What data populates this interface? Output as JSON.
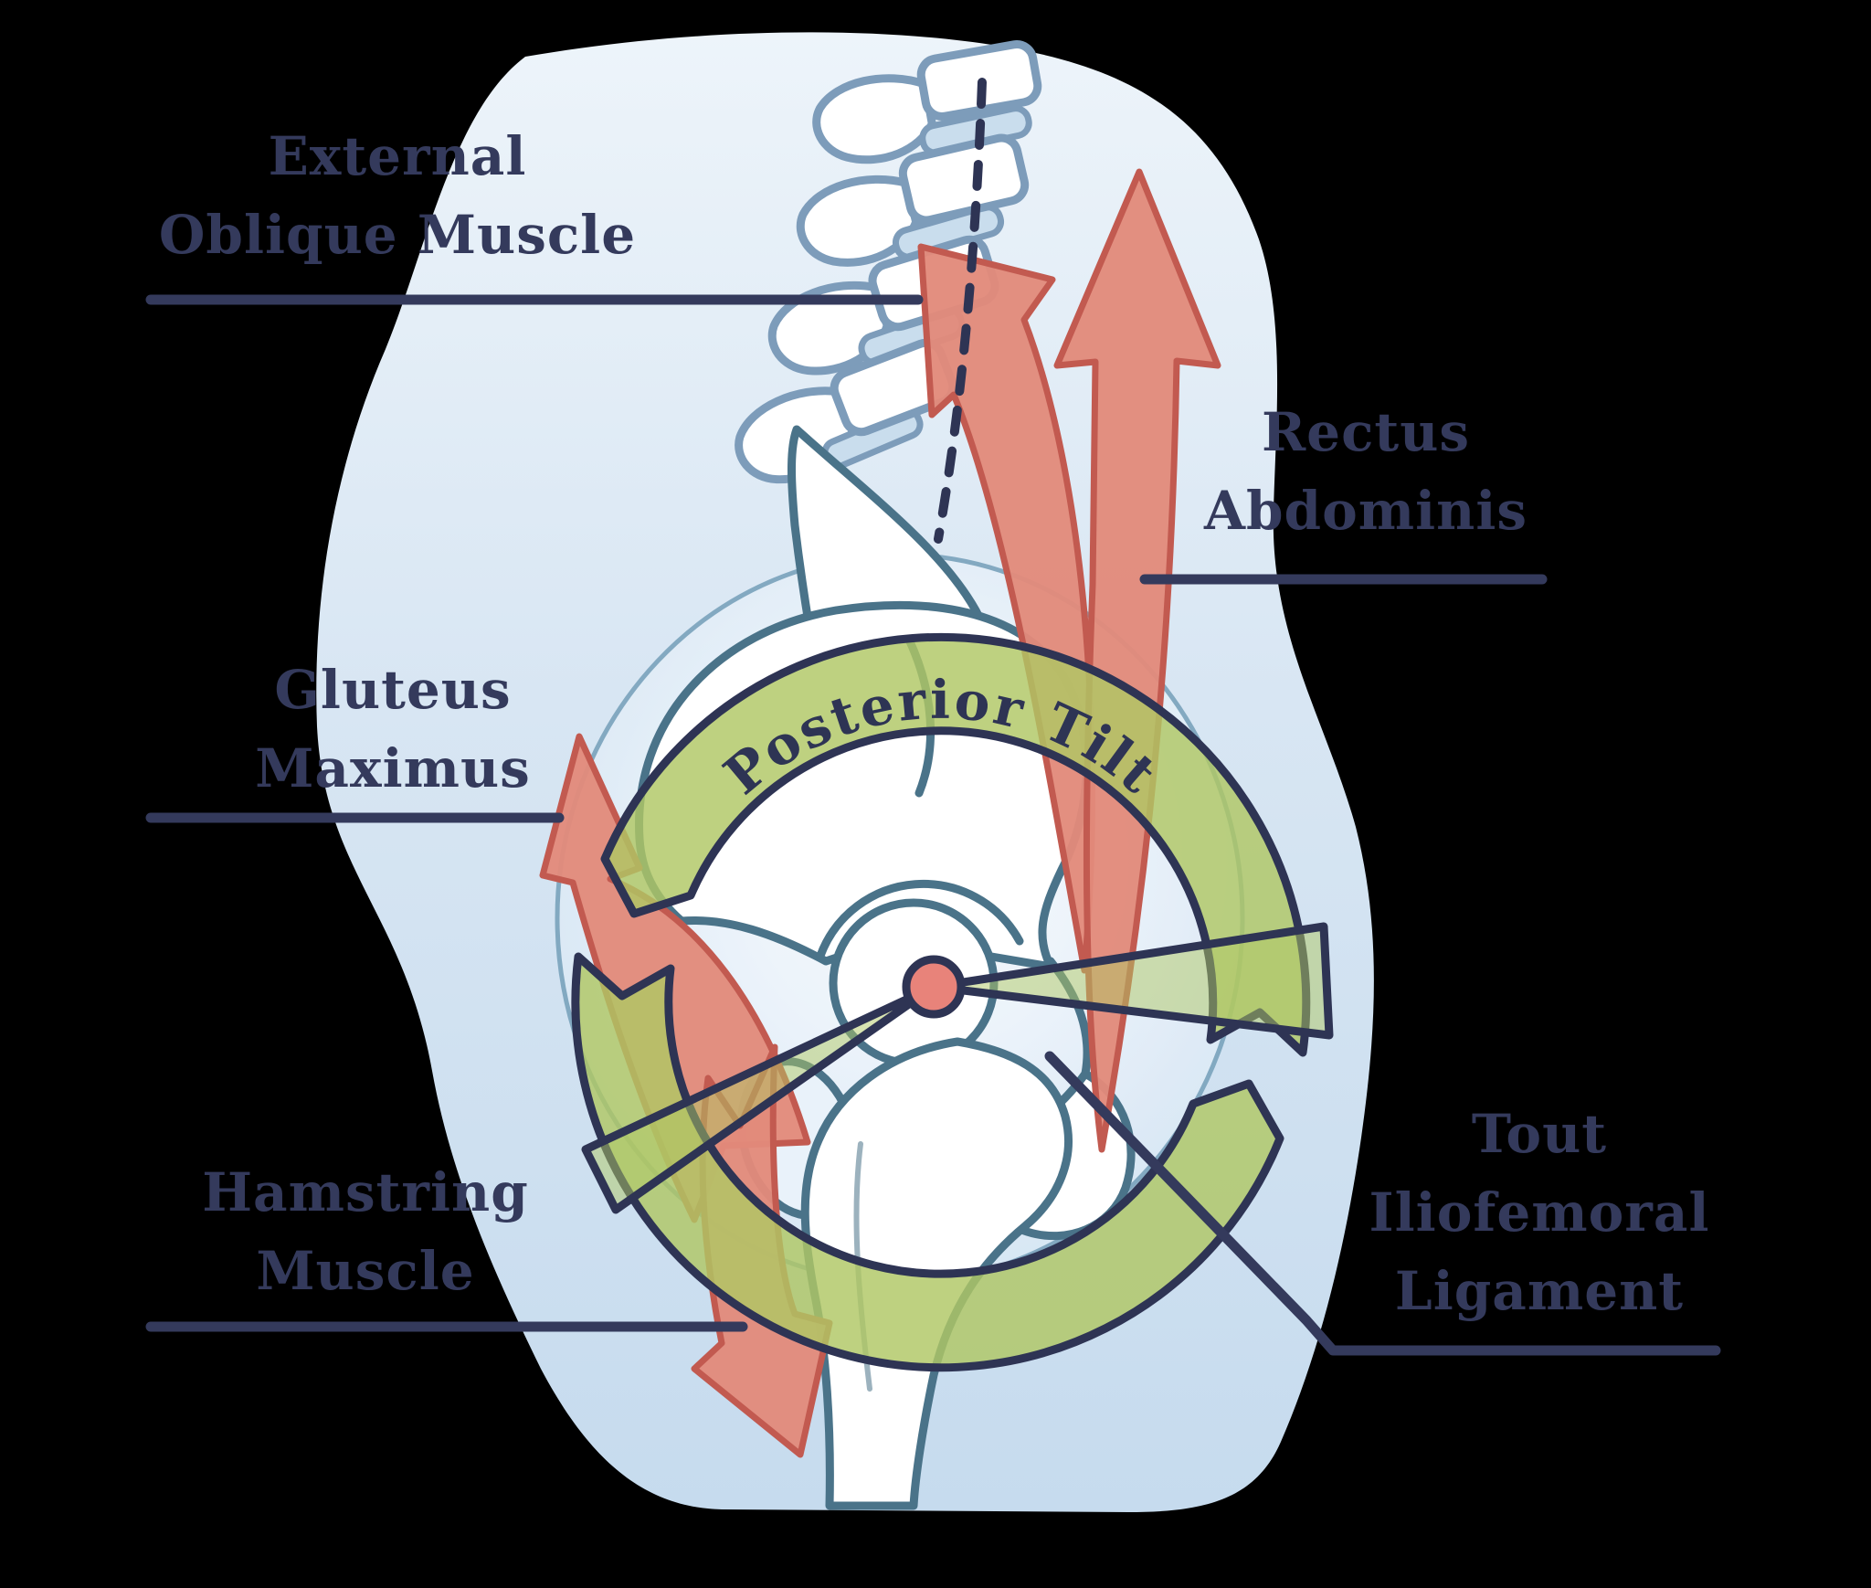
{
  "labels": {
    "external_oblique": {
      "line1": "External",
      "line2": "Oblique Muscle"
    },
    "rectus_abdominis": {
      "line1": "Rectus",
      "line2": "Abdominis"
    },
    "gluteus_maximus": {
      "line1": "Gluteus",
      "line2": "Maximus"
    },
    "hamstring_muscle": {
      "line1": "Hamstring",
      "line2": "Muscle"
    },
    "iliofemoral_ligament": {
      "line1": "Tout",
      "line2": "Iliofemoral",
      "line3": "Ligament"
    }
  },
  "ring": {
    "label": "Posterior Tilt"
  },
  "colors": {
    "background": "#000000",
    "body_blob": "#cfe1f1",
    "arrow_fill": "#e28a7b",
    "arrow_outline": "#c25a50",
    "ring_green": "#b0c764",
    "navy": "#343a5c",
    "pelvis_outline": "#4a7389",
    "vertebra_outline": "#7d9cba",
    "disc_fill": "#c9dded",
    "hub_dot": "#e8837a"
  }
}
